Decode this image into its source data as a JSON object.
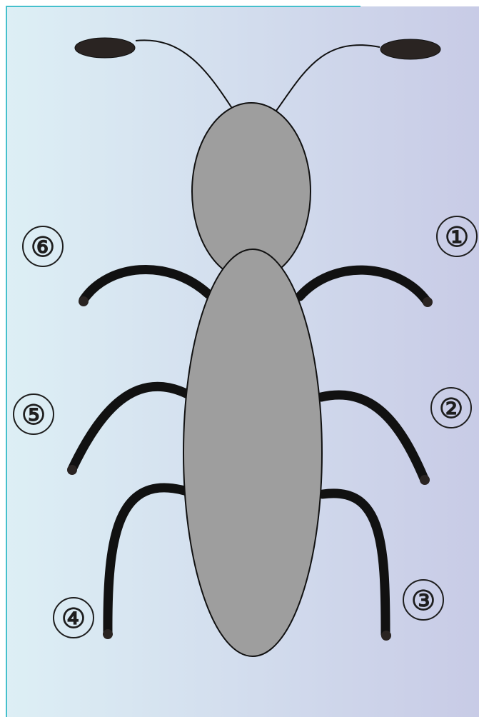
{
  "diagram": {
    "colors": {
      "background_left": "#ddeff5",
      "background_right": "#c8cbe6",
      "frame": "#45c0cc",
      "body": "#9e9e9e",
      "outline": "#111111",
      "legs": "#111111",
      "antenna_tips": "#2a2422"
    },
    "legs": [
      {
        "label": "①",
        "side": "right",
        "position": "front"
      },
      {
        "label": "②",
        "side": "right",
        "position": "middle"
      },
      {
        "label": "③",
        "side": "right",
        "position": "rear"
      },
      {
        "label": "④",
        "side": "left",
        "position": "rear"
      },
      {
        "label": "⑤",
        "side": "left",
        "position": "middle"
      },
      {
        "label": "⑥",
        "side": "left",
        "position": "front"
      }
    ]
  }
}
